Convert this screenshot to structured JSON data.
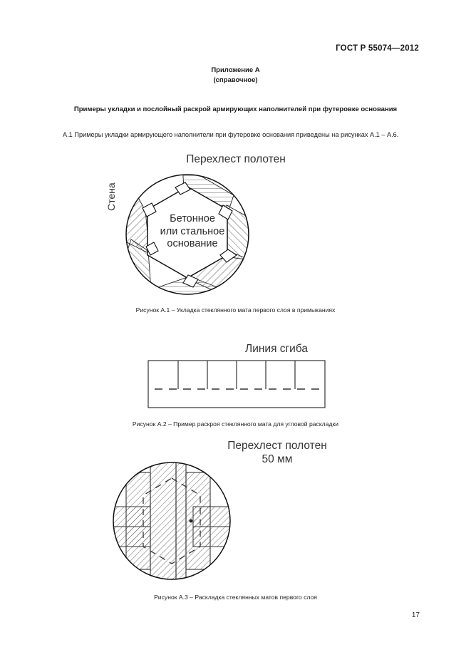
{
  "document": {
    "header_standard": "ГОСТ Р 55074—2012",
    "page_number": "17"
  },
  "appendix": {
    "title": "Приложение А",
    "subtitle": "(справочное)"
  },
  "section": {
    "title": "Примеры укладки и послойный раскрой армирующих наполнителей при футеровке основания"
  },
  "body": {
    "paragraph": "А.1 Примеры укладки армирующего наполнители при футеровке основания приведены на рисунках А.1 – А.6."
  },
  "figures": [
    {
      "id": "A.1",
      "title": "Перехлест полотен",
      "wall_label": "Стена",
      "center_label": "Бетонное или стальное основание",
      "center_label_lines": [
        "Бетонное",
        "или стальное",
        "основание"
      ],
      "caption": "Рисунок А.1 – Укладка стеклянного мата первого слоя в примыканиях"
    },
    {
      "id": "A.2",
      "title": "Линия сгиба",
      "caption": "Рисунок А.2 – Пример раскроя стеклянного мата для угловой раскладки"
    },
    {
      "id": "A.3",
      "title": "Перехлест полотен 50 мм",
      "title_lines": [
        "Перехлест полотен",
        "50 мм"
      ],
      "caption": "Рисунок А.3 – Раскладка стеклянных матов первого слоя"
    }
  ]
}
